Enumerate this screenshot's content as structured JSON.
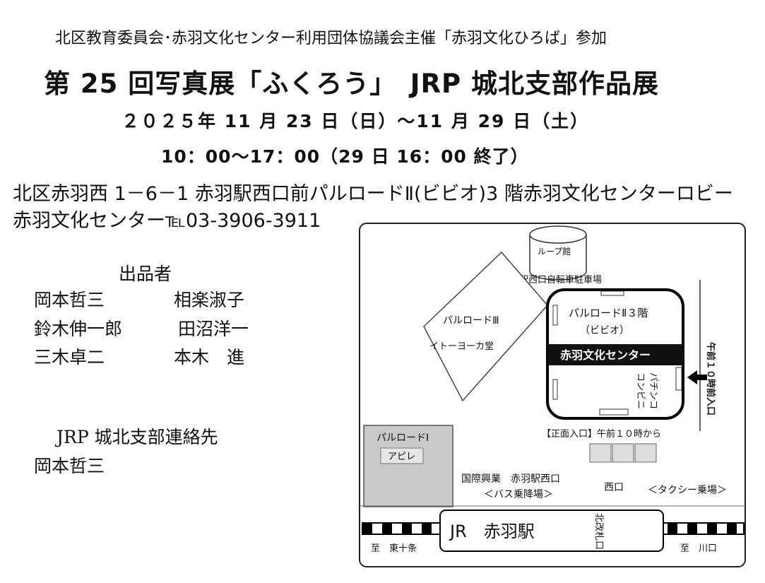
{
  "header": {
    "organizer_line": "北区教育委員会･赤羽文化センター利用団体協議会主催「赤羽文化ひろば」参加",
    "title": "第 25 回写真展「ふくろう」　JRP 城北支部作品展",
    "dates": "２０２５年 11 月 23 日（日）～11 月 29 日（土）",
    "hours": "10：00～17：00（29 日 16：00 終了）"
  },
  "venue": {
    "address": "北区赤羽西 1－6－1 赤羽駅西口前パルロードⅡ(ビビオ)3 階赤羽文化センターロビー",
    "phone": "赤羽文化センター℡03-3906-3911"
  },
  "exhibitors": {
    "heading": "出品者",
    "names": [
      "岡本哲三",
      "相楽淑子",
      "鈴木伸一郎",
      "田沼洋一",
      "三木卓二",
      "本木　進"
    ]
  },
  "contact": {
    "heading": "JRP 城北支部連絡先",
    "name": "岡本哲三"
  },
  "map": {
    "loop_hall": "ループ館",
    "bicycle_parking": "赤羽駅西口自転車駐車場",
    "parlor3": "パルロードⅢ",
    "itoyokado": "イトーヨーカ堂",
    "parlor2_floor": "パルロードⅡ３階",
    "bivio": "（ビビオ）",
    "culture_center": "赤羽文化センター",
    "pachinko": "パチンコ",
    "convenience": "コンビニ",
    "entrance_side": "午前１０時前入口",
    "front_entrance": "【正面入口】午前１０時から",
    "parlor1": "パルロードⅠ",
    "apire": "アピレ",
    "kokusai": "国際興業　赤羽駅西口",
    "bus_stop": "＜バス乗降場＞",
    "west_exit": "西口",
    "taxi": "＜タクシー乗場＞",
    "jr_station": "JR　赤羽駅",
    "north_gate": "北改札口",
    "to_higashijujo": "至　東十条",
    "to_kawaguchi": "至　川口"
  }
}
